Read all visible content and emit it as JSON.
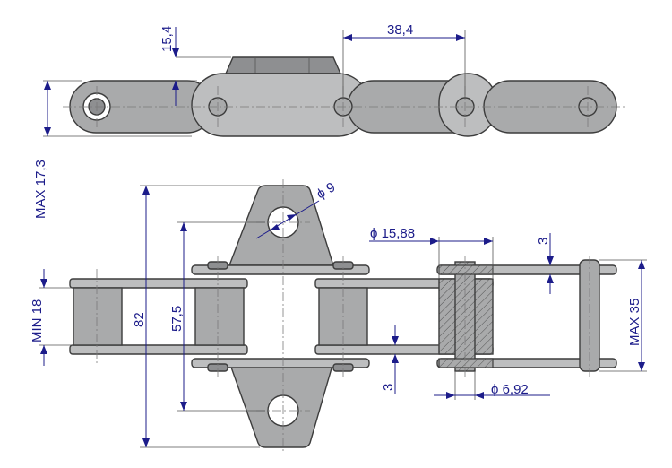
{
  "dimensions": {
    "d_15_4": "15,4",
    "d_38_4": "38,4",
    "d_max_17_3": "MAX 17,3",
    "d_phi_9": "ϕ 9",
    "d_phi_15_88": "ϕ 15,88",
    "d_3_top": "3",
    "d_min_18": "MIN 18",
    "d_82": "82",
    "d_57_5": "57,5",
    "d_max_35": "MAX 35",
    "d_3_bottom": "3",
    "d_phi_6_92": "ϕ 6,92"
  },
  "colors": {
    "dimension": "#1c1c8a",
    "part_fill": "#a9aaab",
    "outline": "#3c3c3c"
  }
}
